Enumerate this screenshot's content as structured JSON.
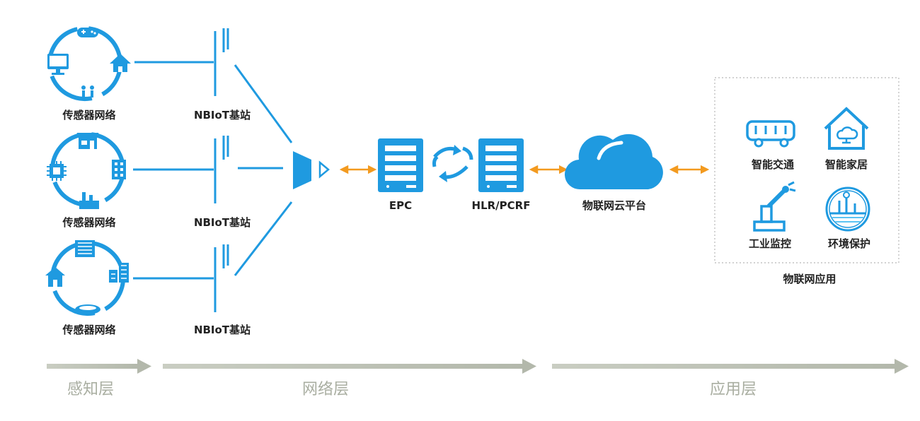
{
  "colors": {
    "primary": "#1f9ae0",
    "primary_light": "#5cc4f3",
    "arrow_orange": "#f39a1f",
    "layer_arrow": "#bfc4b8",
    "layer_text": "#a9aea1",
    "line": "#1f9ae0"
  },
  "sensor_networks": [
    {
      "label": "传感器网络",
      "icons": [
        "gamepad-icon",
        "home-icon",
        "monitor-icon",
        "people-icon"
      ]
    },
    {
      "label": "传感器网络",
      "icons": [
        "shop-icon",
        "building-icon",
        "chip-icon",
        "factory-icon"
      ]
    },
    {
      "label": "传感器网络",
      "icons": [
        "office-tower-icon",
        "house-icon",
        "apartment-icon",
        "stadium-icon"
      ]
    }
  ],
  "base_stations": [
    "NBIoT基站",
    "NBIoT基站",
    "NBIoT基站"
  ],
  "core": {
    "epc": "EPC",
    "hlr": "HLR/PCRF",
    "cloud": "物联网云平台"
  },
  "applications": {
    "title": "物联网应用",
    "items": [
      {
        "label": "智能交通",
        "icon": "bus-icon"
      },
      {
        "label": "智能家居",
        "icon": "smart-home-icon"
      },
      {
        "label": "工业监控",
        "icon": "robot-arm-icon"
      },
      {
        "label": "环境保护",
        "icon": "environment-icon"
      }
    ]
  },
  "layers": [
    "感知层",
    "网络层",
    "应用层"
  ]
}
